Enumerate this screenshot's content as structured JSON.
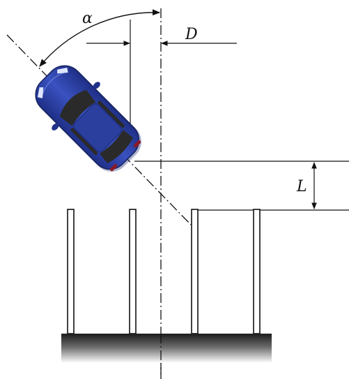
{
  "labels": {
    "angle": "α",
    "offset": "D",
    "length": "L"
  },
  "colors": {
    "car_body": "#2c3f9e",
    "car_shadow": "#1a2870",
    "car_glass": "#2a2a2a",
    "line": "#111111",
    "curb_dark": "#1c1c1c",
    "curb_light": "#ffffff"
  }
}
